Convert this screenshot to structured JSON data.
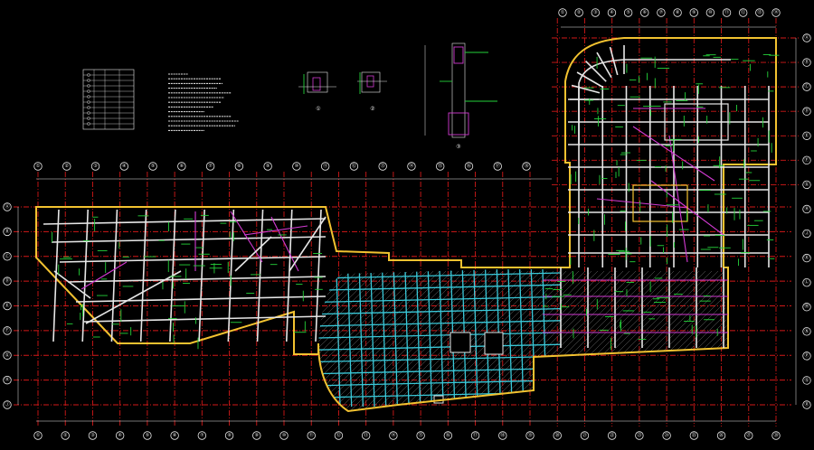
{
  "drawing": {
    "background": "#000000",
    "colors": {
      "grid_line": "#d21818",
      "building_outline": "#f2c230",
      "beam_white": "#e6e6e6",
      "beam_magenta": "#d23ad2",
      "beam_cyan": "#39c8d8",
      "rebar_green": "#25d23a"
    }
  },
  "axes": {
    "top_labels": [
      "①",
      "②",
      "③",
      "④",
      "⑤",
      "⑥",
      "⑦",
      "⑧",
      "⑨",
      "⑩",
      "⑪",
      "⑫",
      "⑬",
      "⑭"
    ],
    "upper_left_labels": [
      "①",
      "②",
      "③",
      "④",
      "⑤",
      "⑥",
      "⑦",
      "⑧",
      "⑨",
      "⑩",
      "⑪",
      "⑫",
      "⑬",
      "⑭",
      "⑮",
      "⑯",
      "⑰",
      "⑱"
    ],
    "bottom_labels": [
      "①",
      "②",
      "③",
      "④",
      "⑤",
      "⑥",
      "⑦",
      "⑧",
      "⑨",
      "⑩",
      "⑪",
      "⑫",
      "⑬",
      "⑭",
      "⑮",
      "⑯",
      "⑰",
      "⑱",
      "⑲",
      "⑳",
      "㉑",
      "㉒",
      "㉓",
      "㉔",
      "㉕",
      "㉖",
      "㉗",
      "㉘"
    ],
    "left_labels": [
      "Ⓐ",
      "Ⓑ",
      "Ⓒ",
      "Ⓓ",
      "Ⓔ",
      "Ⓕ",
      "Ⓖ",
      "Ⓗ",
      "Ⓙ"
    ],
    "right_labels": [
      "Ⓐ",
      "Ⓑ",
      "Ⓒ",
      "Ⓓ",
      "Ⓔ",
      "Ⓕ",
      "Ⓖ",
      "Ⓗ",
      "Ⓙ",
      "Ⓚ",
      "Ⓛ",
      "Ⓜ",
      "Ⓝ",
      "Ⓟ",
      "Ⓠ",
      "Ⓡ"
    ]
  },
  "detail_labels": {
    "detail_1": "①",
    "detail_2": "②",
    "detail_3": "③"
  }
}
